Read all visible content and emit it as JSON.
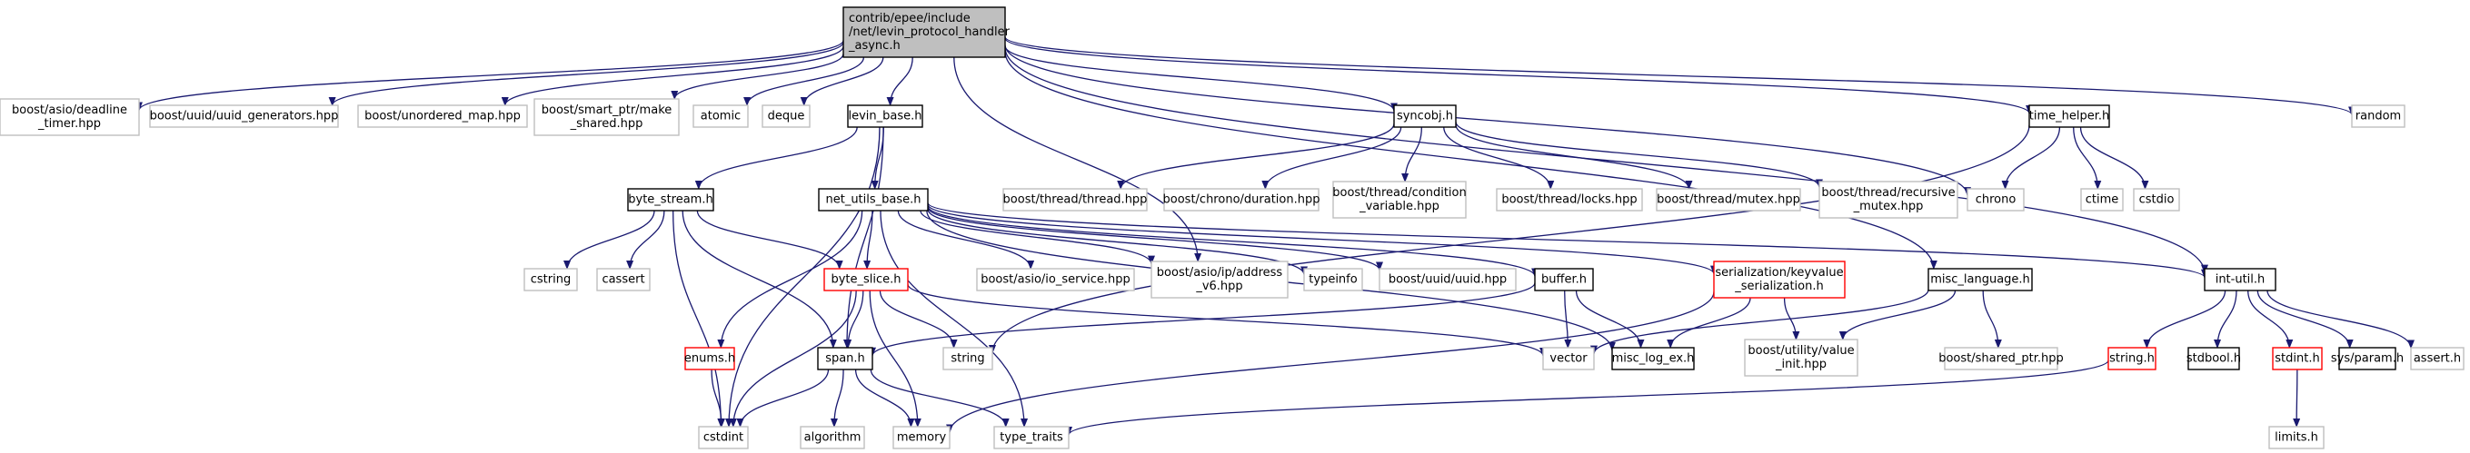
{
  "colors": {
    "root_fill": "#bfbfbf",
    "doc_border": "#000000",
    "external_border": "#bfbfbf",
    "incomplete_border": "#ff0000",
    "edge": "#191970"
  },
  "nodes": [
    {
      "id": "root",
      "style": "root",
      "lines": [
        "contrib/epee/include",
        "/net/levin_protocol_handler",
        "_async.h"
      ]
    },
    {
      "id": "deadline_timer",
      "style": "external",
      "lines": [
        "boost/asio/deadline",
        "_timer.hpp"
      ]
    },
    {
      "id": "uuid_generators",
      "style": "external",
      "lines": [
        "boost/uuid/uuid_generators.hpp"
      ]
    },
    {
      "id": "unordered_map",
      "style": "external",
      "lines": [
        "boost/unordered_map.hpp"
      ]
    },
    {
      "id": "make_shared",
      "style": "external",
      "lines": [
        "boost/smart_ptr/make",
        "_shared.hpp"
      ]
    },
    {
      "id": "atomic",
      "style": "external",
      "lines": [
        "atomic"
      ]
    },
    {
      "id": "deque",
      "style": "external",
      "lines": [
        "deque"
      ]
    },
    {
      "id": "levin_base",
      "style": "doc",
      "lines": [
        "levin_base.h"
      ]
    },
    {
      "id": "syncobj",
      "style": "doc",
      "lines": [
        "syncobj.h"
      ]
    },
    {
      "id": "time_helper",
      "style": "doc",
      "lines": [
        "time_helper.h"
      ]
    },
    {
      "id": "random",
      "style": "external",
      "lines": [
        "random"
      ]
    },
    {
      "id": "byte_stream",
      "style": "doc",
      "lines": [
        "byte_stream.h"
      ]
    },
    {
      "id": "net_utils_base",
      "style": "doc",
      "lines": [
        "net_utils_base.h"
      ]
    },
    {
      "id": "thread_hpp",
      "style": "external",
      "lines": [
        "boost/thread/thread.hpp"
      ]
    },
    {
      "id": "duration",
      "style": "external",
      "lines": [
        "boost/chrono/duration.hpp"
      ]
    },
    {
      "id": "condition_variable",
      "style": "external",
      "lines": [
        "boost/thread/condition",
        "_variable.hpp"
      ]
    },
    {
      "id": "locks",
      "style": "external",
      "lines": [
        "boost/thread/locks.hpp"
      ]
    },
    {
      "id": "mutex",
      "style": "external",
      "lines": [
        "boost/thread/mutex.hpp"
      ]
    },
    {
      "id": "recursive_mutex",
      "style": "external",
      "lines": [
        "boost/thread/recursive",
        "_mutex.hpp"
      ]
    },
    {
      "id": "chrono",
      "style": "external",
      "lines": [
        "chrono"
      ]
    },
    {
      "id": "ctime",
      "style": "external",
      "lines": [
        "ctime"
      ]
    },
    {
      "id": "cstdio",
      "style": "external",
      "lines": [
        "cstdio"
      ]
    },
    {
      "id": "cstring",
      "style": "external",
      "lines": [
        "cstring"
      ]
    },
    {
      "id": "cassert",
      "style": "external",
      "lines": [
        "cassert"
      ]
    },
    {
      "id": "byte_slice",
      "style": "incomplete",
      "lines": [
        "byte_slice.h"
      ]
    },
    {
      "id": "io_service",
      "style": "external",
      "lines": [
        "boost/asio/io_service.hpp"
      ]
    },
    {
      "id": "address_v6",
      "style": "external",
      "lines": [
        "boost/asio/ip/address",
        "_v6.hpp"
      ]
    },
    {
      "id": "typeinfo",
      "style": "external",
      "lines": [
        "typeinfo"
      ]
    },
    {
      "id": "uuid_hpp",
      "style": "external",
      "lines": [
        "boost/uuid/uuid.hpp"
      ]
    },
    {
      "id": "buffer",
      "style": "doc",
      "lines": [
        "buffer.h"
      ]
    },
    {
      "id": "kv_serialization",
      "style": "incomplete",
      "lines": [
        "serialization/keyvalue",
        "_serialization.h"
      ]
    },
    {
      "id": "misc_language",
      "style": "doc",
      "lines": [
        "misc_language.h"
      ]
    },
    {
      "id": "int_util",
      "style": "doc",
      "lines": [
        "int-util.h"
      ]
    },
    {
      "id": "enums",
      "style": "incomplete",
      "lines": [
        "enums.h"
      ]
    },
    {
      "id": "string",
      "style": "external",
      "lines": [
        "string"
      ]
    },
    {
      "id": "span",
      "style": "doc",
      "lines": [
        "span.h"
      ]
    },
    {
      "id": "vector",
      "style": "external",
      "lines": [
        "vector"
      ]
    },
    {
      "id": "misc_log_ex",
      "style": "doc",
      "lines": [
        "misc_log_ex.h"
      ]
    },
    {
      "id": "value_init",
      "style": "external",
      "lines": [
        "boost/utility/value",
        "_init.hpp"
      ]
    },
    {
      "id": "shared_ptr",
      "style": "external",
      "lines": [
        "boost/shared_ptr.hpp"
      ]
    },
    {
      "id": "string_h",
      "style": "incomplete",
      "lines": [
        "string.h"
      ]
    },
    {
      "id": "stdbool",
      "style": "doc",
      "lines": [
        "stdbool.h"
      ]
    },
    {
      "id": "stdint",
      "style": "incomplete",
      "lines": [
        "stdint.h"
      ]
    },
    {
      "id": "sys_param",
      "style": "doc",
      "lines": [
        "sys/param.h"
      ]
    },
    {
      "id": "assert_h",
      "style": "external",
      "lines": [
        "assert.h"
      ]
    },
    {
      "id": "cstdint",
      "style": "external",
      "lines": [
        "cstdint"
      ]
    },
    {
      "id": "algorithm",
      "style": "external",
      "lines": [
        "algorithm"
      ]
    },
    {
      "id": "memory",
      "style": "external",
      "lines": [
        "memory"
      ]
    },
    {
      "id": "type_traits",
      "style": "external",
      "lines": [
        "type_traits"
      ]
    },
    {
      "id": "limits",
      "style": "external",
      "lines": [
        "limits.h"
      ]
    }
  ],
  "edges": [
    [
      "root",
      "deadline_timer"
    ],
    [
      "root",
      "uuid_generators"
    ],
    [
      "root",
      "unordered_map"
    ],
    [
      "root",
      "make_shared"
    ],
    [
      "root",
      "atomic"
    ],
    [
      "root",
      "deque"
    ],
    [
      "root",
      "levin_base"
    ],
    [
      "root",
      "syncobj"
    ],
    [
      "root",
      "time_helper"
    ],
    [
      "root",
      "random"
    ],
    [
      "root",
      "chrono"
    ],
    [
      "root",
      "misc_language"
    ],
    [
      "root",
      "int_util"
    ],
    [
      "root",
      "address_v6"
    ],
    [
      "levin_base",
      "byte_stream"
    ],
    [
      "levin_base",
      "net_utils_base"
    ],
    [
      "levin_base",
      "cstdint"
    ],
    [
      "levin_base",
      "span"
    ],
    [
      "syncobj",
      "thread_hpp"
    ],
    [
      "syncobj",
      "duration"
    ],
    [
      "syncobj",
      "condition_variable"
    ],
    [
      "syncobj",
      "locks"
    ],
    [
      "syncobj",
      "mutex"
    ],
    [
      "syncobj",
      "recursive_mutex"
    ],
    [
      "time_helper",
      "chrono"
    ],
    [
      "time_helper",
      "ctime"
    ],
    [
      "time_helper",
      "cstdio"
    ],
    [
      "time_helper",
      "string"
    ],
    [
      "byte_stream",
      "cstring"
    ],
    [
      "byte_stream",
      "cassert"
    ],
    [
      "byte_stream",
      "byte_slice"
    ],
    [
      "byte_stream",
      "span"
    ],
    [
      "byte_stream",
      "cstdint"
    ],
    [
      "net_utils_base",
      "enums"
    ],
    [
      "net_utils_base",
      "byte_slice"
    ],
    [
      "net_utils_base",
      "io_service"
    ],
    [
      "net_utils_base",
      "address_v6"
    ],
    [
      "net_utils_base",
      "typeinfo"
    ],
    [
      "net_utils_base",
      "uuid_hpp"
    ],
    [
      "net_utils_base",
      "buffer"
    ],
    [
      "net_utils_base",
      "kv_serialization"
    ],
    [
      "net_utils_base",
      "misc_log_ex"
    ],
    [
      "net_utils_base",
      "int_util"
    ],
    [
      "net_utils_base",
      "type_traits"
    ],
    [
      "byte_slice",
      "string"
    ],
    [
      "byte_slice",
      "span"
    ],
    [
      "byte_slice",
      "memory"
    ],
    [
      "byte_slice",
      "vector"
    ],
    [
      "byte_slice",
      "cstdint"
    ],
    [
      "enums",
      "cstdint"
    ],
    [
      "span",
      "cstdint"
    ],
    [
      "span",
      "algorithm"
    ],
    [
      "span",
      "memory"
    ],
    [
      "span",
      "type_traits"
    ],
    [
      "buffer",
      "vector"
    ],
    [
      "buffer",
      "misc_log_ex"
    ],
    [
      "buffer",
      "span"
    ],
    [
      "kv_serialization",
      "misc_log_ex"
    ],
    [
      "kv_serialization",
      "value_init"
    ],
    [
      "kv_serialization",
      "memory"
    ],
    [
      "misc_language",
      "vector"
    ],
    [
      "misc_language",
      "value_init"
    ],
    [
      "misc_language",
      "shared_ptr"
    ],
    [
      "int_util",
      "string_h"
    ],
    [
      "int_util",
      "stdbool"
    ],
    [
      "int_util",
      "stdint"
    ],
    [
      "int_util",
      "sys_param"
    ],
    [
      "int_util",
      "assert_h"
    ],
    [
      "string_h",
      "type_traits"
    ],
    [
      "stdint",
      "limits"
    ]
  ]
}
